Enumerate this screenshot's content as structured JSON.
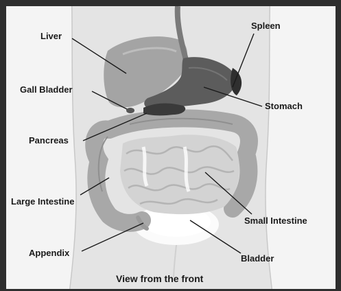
{
  "diagram": {
    "labels": {
      "liver": "Liver",
      "spleen": "Spleen",
      "gall_bladder": "Gall Bladder",
      "stomach": "Stomach",
      "pancreas": "Pancreas",
      "large_intestine": "Large Intestine",
      "small_intestine": "Small Intestine",
      "appendix": "Appendix",
      "bladder": "Bladder"
    },
    "caption": "View from the front"
  }
}
